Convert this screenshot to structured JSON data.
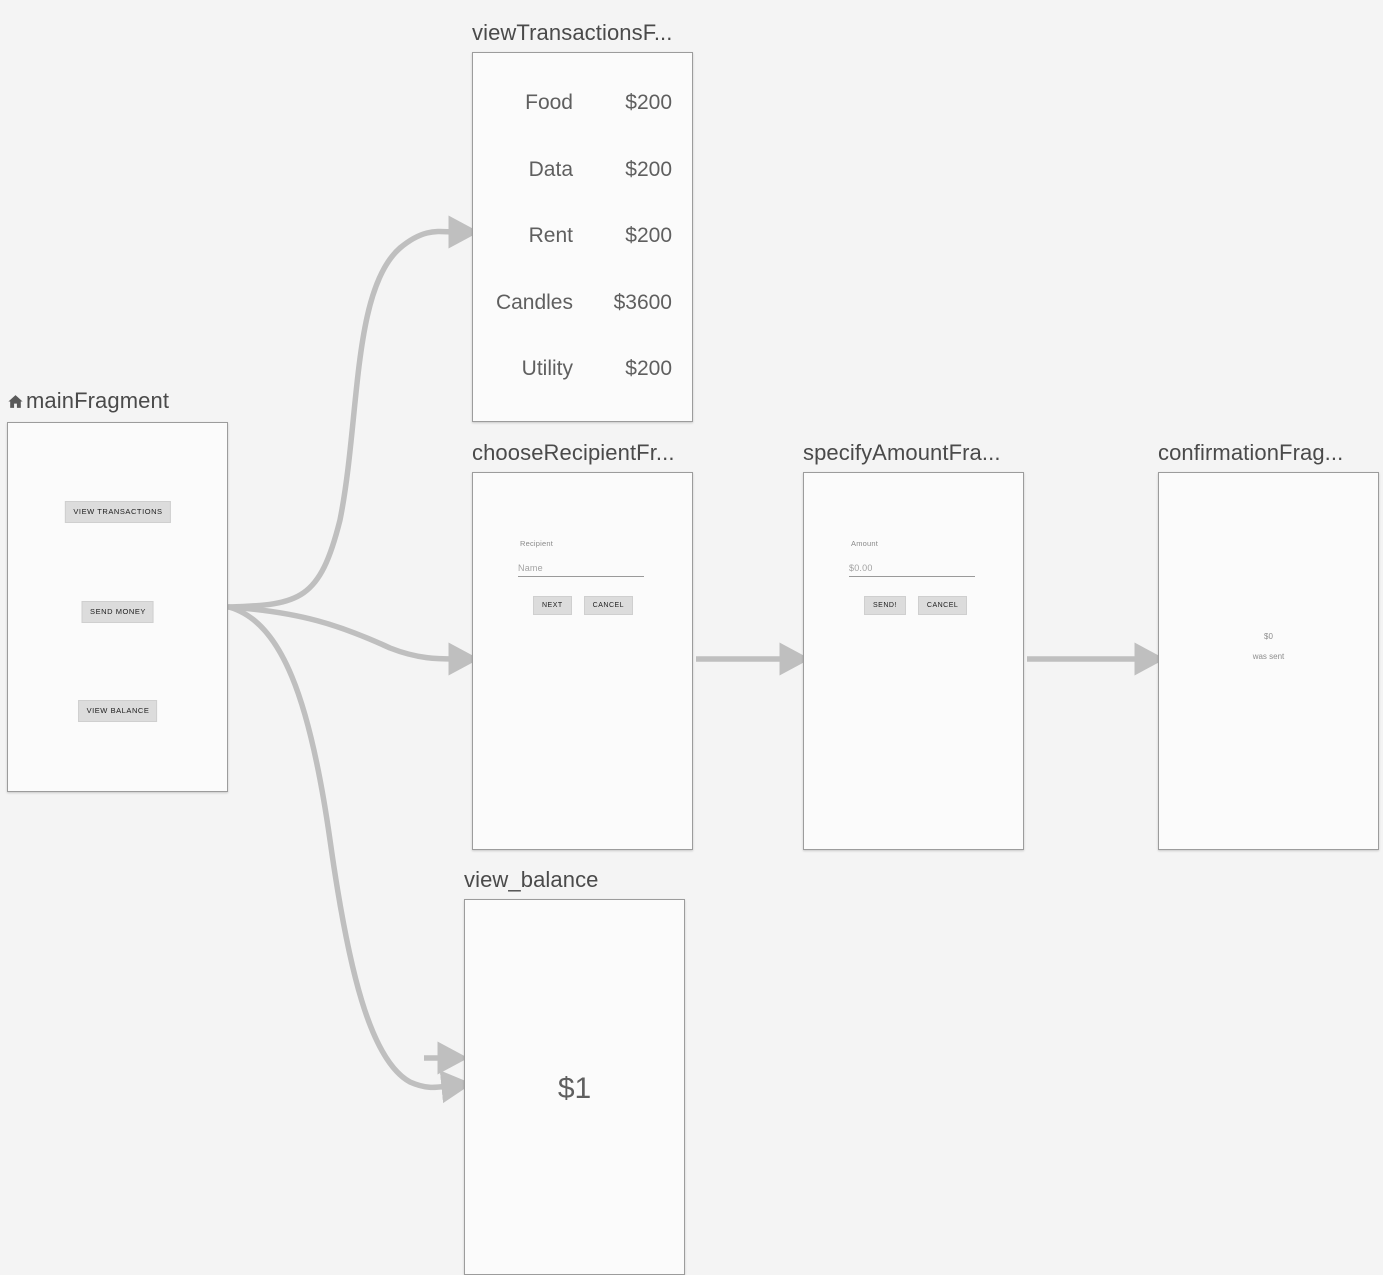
{
  "canvas": {
    "background": "#f4f4f4",
    "edge_color": "#bfbfbf",
    "node_border": "#9c9c9c",
    "node_fill": "#fbfbfb",
    "title_color": "#4a4a4a"
  },
  "nodes": {
    "main": {
      "title": "mainFragment",
      "is_start_destination": true,
      "start_icon": "home-icon",
      "buttons": [
        {
          "label": "VIEW TRANSACTIONS"
        },
        {
          "label": "SEND MONEY"
        },
        {
          "label": "VIEW BALANCE"
        }
      ]
    },
    "transactions": {
      "title": "viewTransactionsF...",
      "full_title": "viewTransactionsFragment",
      "rows": [
        {
          "label": "Food",
          "amount": "$200"
        },
        {
          "label": "Data",
          "amount": "$200"
        },
        {
          "label": "Rent",
          "amount": "$200"
        },
        {
          "label": "Candles",
          "amount": "$3600"
        },
        {
          "label": "Utility",
          "amount": "$200"
        }
      ]
    },
    "recipient": {
      "title": "chooseRecipientFr...",
      "full_title": "chooseRecipientFragment",
      "field_label": "Recipient",
      "field_placeholder": "Name",
      "field_value": "",
      "primary_button": "NEXT",
      "secondary_button": "CANCEL"
    },
    "amount": {
      "title": "specifyAmountFra...",
      "full_title": "specifyAmountFragment",
      "field_label": "Amount",
      "field_placeholder": "$0.00",
      "field_value": "",
      "primary_button": "SEND!",
      "secondary_button": "CANCEL"
    },
    "confirmation": {
      "title": "confirmationFrag...",
      "full_title": "confirmationFragment",
      "amount": "$0",
      "message": "was sent"
    },
    "balance": {
      "title": "view_balance",
      "amount": "$1"
    }
  }
}
